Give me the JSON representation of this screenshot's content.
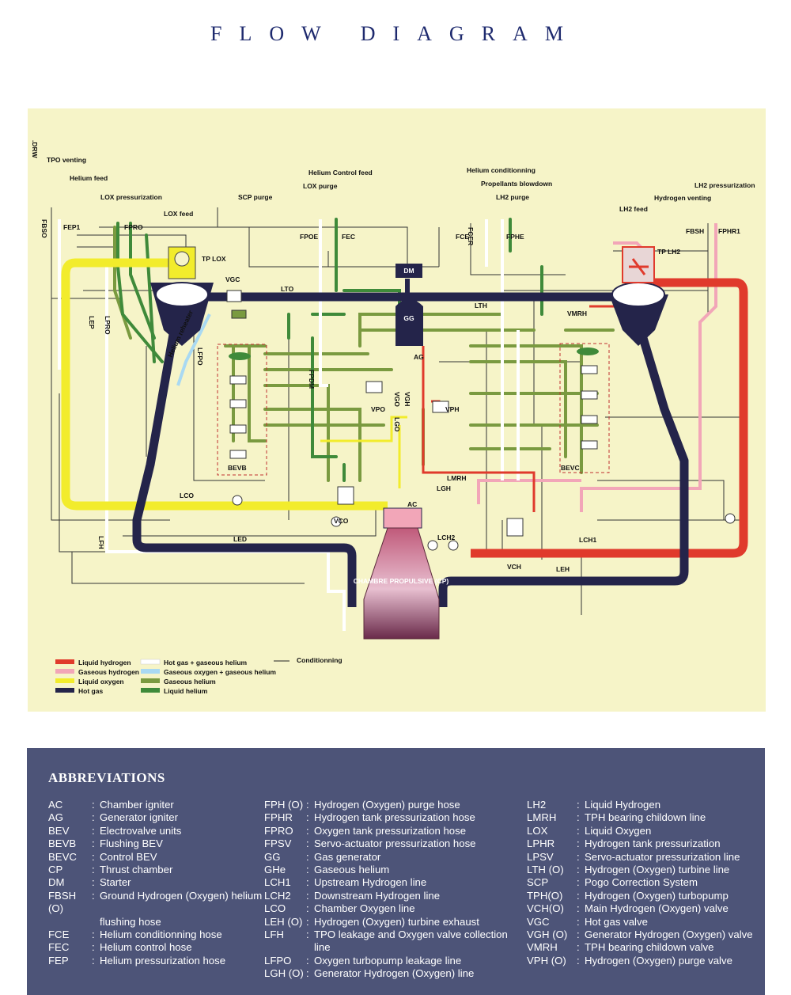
{
  "page": {
    "title": "FLOW DIAGRAM"
  },
  "diagram": {
    "side_tag": ".DRW",
    "labels": {
      "tpo_venting": "TPO venting",
      "helium_feed": "Helium feed",
      "lox_pressurization": "LOX pressurization",
      "lox_feed": "LOX feed",
      "scp_purge": "SCP purge",
      "helium_control_feed": "Helium Control feed",
      "lox_purge": "LOX purge",
      "helium_conditionning": "Helium conditionning",
      "propellants_blowdown": "Propellants blowdown",
      "lh2_purge": "LH2 purge",
      "lh2_pressurization": "LH2 pressurization",
      "hydrogen_venting": "Hydrogen venting",
      "lh2_feed": "LH2 feed",
      "fbso": "FBSO",
      "fep1": "FEP1",
      "fpro": "FPRO",
      "fpoe": "FPOE",
      "fec": "FEC",
      "fce": "FCE",
      "fcer": "FCER",
      "fphe": "FPHE",
      "fbsh": "FBSH",
      "fphr1": "FPHR1",
      "tp_lox": "TP LOX",
      "tp_lh2": "TP LH2",
      "vgc": "VGC",
      "lto": "LTO",
      "lth": "LTH",
      "dm": "DM",
      "gg": "GG",
      "ag": "AG",
      "vmrh": "VMRH",
      "lep": "LEP",
      "lpro": "LPRO",
      "lfpo": "LFPO",
      "helium_reheater": "Helium reheater",
      "fpdm": "FPDM",
      "vpo": "VPO",
      "vgo": "VGO",
      "vgh": "VGH",
      "lgo": "LGO",
      "vph": "VPH",
      "bevb": "BEVB",
      "bevc": "BEVC",
      "lco": "LCO",
      "vco": "VCO",
      "lmrh": "LMRH",
      "lgh": "LGH",
      "ac": "AC",
      "lch2": "LCH2",
      "lch1": "LCH1",
      "led": "LED",
      "lfh": "LFH",
      "vch": "VCH",
      "leh": "LEH",
      "chamber": "CHAMBRE PROPULSIVE (CP)"
    },
    "legend": [
      {
        "label": "Liquid hydrogen",
        "color": "#e03a2c"
      },
      {
        "label": "Gaseous hydrogen",
        "color": "#f2a6b8"
      },
      {
        "label": "Liquid oxygen",
        "color": "#f2ec2c"
      },
      {
        "label": "Hot gas",
        "color": "#24244a"
      },
      {
        "label": "Hot gas + gaseous helium",
        "color": "#ffffff"
      },
      {
        "label": "Gaseous oxygen + gaseous helium",
        "color": "#a9d9f2"
      },
      {
        "label": "Gaseous helium",
        "color": "#7a9a40"
      },
      {
        "label": "Liquid helium",
        "color": "#3f8a3a"
      },
      {
        "label": "Conditionning",
        "color": "#222222"
      }
    ]
  },
  "abbreviations": {
    "title": "ABBREVIATIONS",
    "columns": [
      [
        {
          "code": "AC",
          "desc": "Chamber igniter"
        },
        {
          "code": "AG",
          "desc": "Generator igniter"
        },
        {
          "code": "BEV",
          "desc": "Electrovalve units"
        },
        {
          "code": "BEVB",
          "desc": "Flushing BEV"
        },
        {
          "code": "BEVC",
          "desc": "Control BEV"
        },
        {
          "code": "CP",
          "desc": "Thrust chamber"
        },
        {
          "code": "DM",
          "desc": "Starter"
        },
        {
          "code": "FBSH (O)",
          "desc": "Ground Hydrogen (Oxygen) helium"
        },
        {
          "code": "",
          "desc": "flushing hose"
        },
        {
          "code": "FCE",
          "desc": "Helium conditionning hose"
        },
        {
          "code": "FEC",
          "desc": "Helium control hose"
        },
        {
          "code": "FEP",
          "desc": "Helium pressurization hose"
        }
      ],
      [
        {
          "code": "FPH (O)",
          "desc": "Hydrogen (Oxygen) purge hose"
        },
        {
          "code": "FPHR",
          "desc": "Hydrogen tank pressurization hose"
        },
        {
          "code": "FPRO",
          "desc": "Oxygen tank pressurization hose"
        },
        {
          "code": "FPSV",
          "desc": "Servo-actuator pressurization hose"
        },
        {
          "code": "GG",
          "desc": "Gas generator"
        },
        {
          "code": "GHe",
          "desc": "Gaseous helium"
        },
        {
          "code": "LCH1",
          "desc": "Upstream Hydrogen line"
        },
        {
          "code": "LCH2",
          "desc": "Downstream Hydrogen line"
        },
        {
          "code": "LCO",
          "desc": "Chamber Oxygen line"
        },
        {
          "code": "LEH (O)",
          "desc": "Hydrogen (Oxygen) turbine exhaust"
        },
        {
          "code": "LFH",
          "desc": "TPO leakage and Oxygen valve collection line"
        },
        {
          "code": "LFPO",
          "desc": "Oxygen turbopump leakage line"
        },
        {
          "code": "LGH (O)",
          "desc": "Generator Hydrogen (Oxygen) line"
        }
      ],
      [
        {
          "code": "LH2",
          "desc": "Liquid Hydrogen"
        },
        {
          "code": "LMRH",
          "desc": "TPH bearing childown line"
        },
        {
          "code": "LOX",
          "desc": "Liquid Oxygen"
        },
        {
          "code": "LPHR",
          "desc": "Hydrogen tank pressurization"
        },
        {
          "code": "LPSV",
          "desc": "Servo-actuator pressurization line"
        },
        {
          "code": "LTH (O)",
          "desc": "Hydrogen (Oxygen) turbine line"
        },
        {
          "code": "SCP",
          "desc": "Pogo Correction System"
        },
        {
          "code": "TPH(O)",
          "desc": "Hydrogen (Oxygen) turbopump"
        },
        {
          "code": "VCH(O)",
          "desc": "Main Hydrogen (Oxygen) valve"
        },
        {
          "code": "VGC",
          "desc": "Hot gas valve"
        },
        {
          "code": "VGH (O)",
          "desc": "Generator Hydrogen (Oxygen) valve"
        },
        {
          "code": "VMRH",
          "desc": "TPH bearing childown valve"
        },
        {
          "code": "VPH (O)",
          "desc": "Hydrogen (Oxygen) purge valve"
        }
      ]
    ]
  }
}
